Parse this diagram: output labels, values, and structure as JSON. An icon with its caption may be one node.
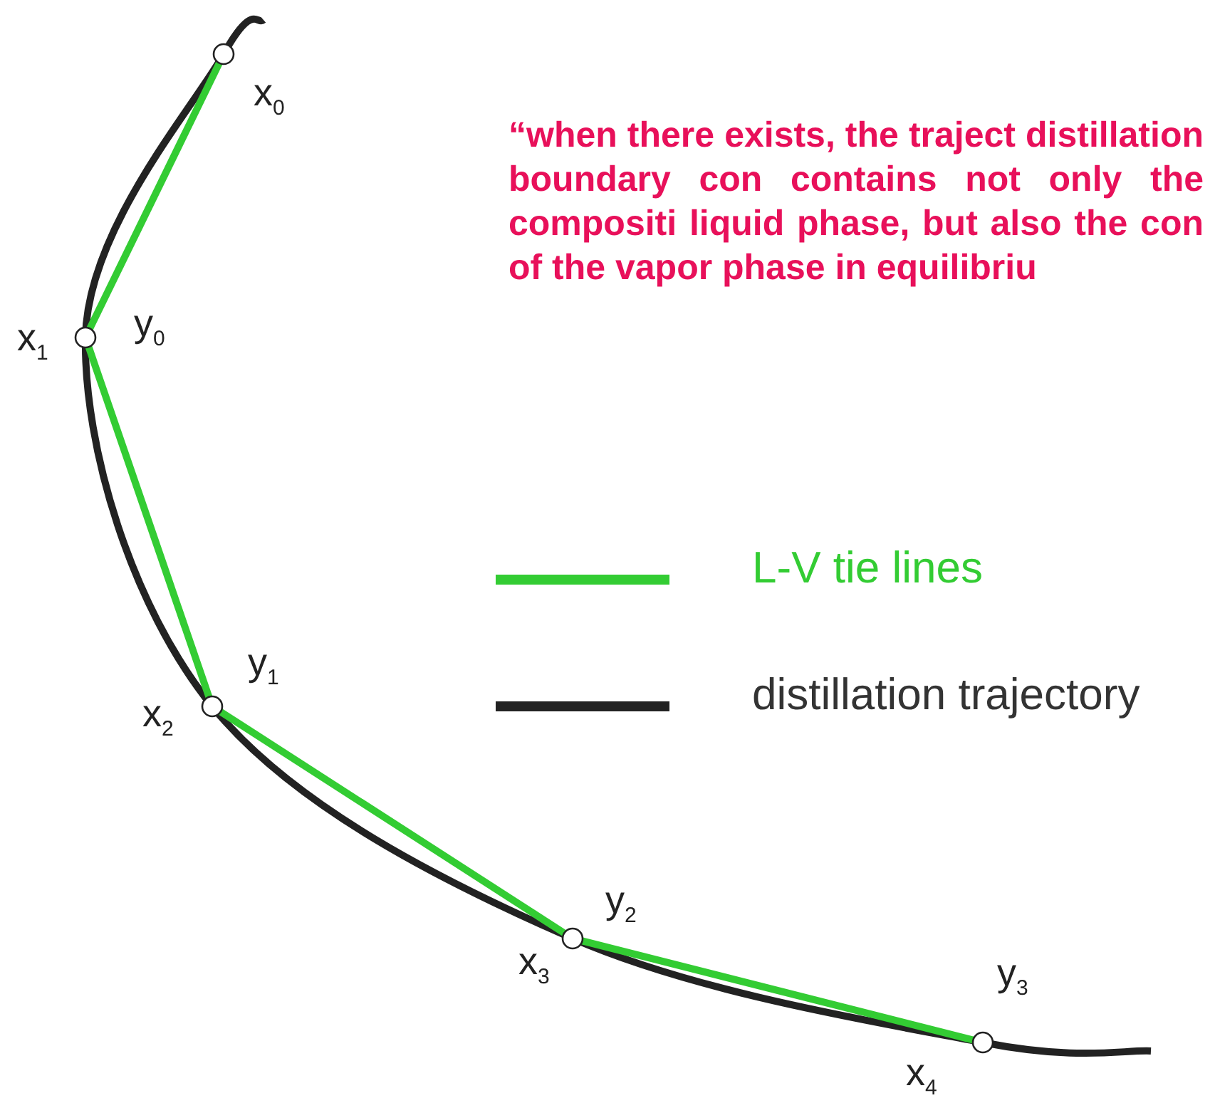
{
  "diagram": {
    "nodes": [
      {
        "text": [],
        "shape": "circle",
        "beside": [
          "x$_{0}$"
        ]
      },
      {
        "text": [],
        "shape": "circle",
        "beside": [
          "x$_{1}$",
          "y$_{0}$"
        ]
      },
      {
        "text": [],
        "shape": "circle",
        "beside": [
          "y$_{1}$",
          "x$_{2}$"
        ]
      },
      {
        "text": [],
        "shape": "circle",
        "beside": [
          "y$_{2}$",
          "x$_{3}$"
        ]
      },
      {
        "text": [],
        "shape": "circle",
        "beside": [
          "y$_{3}$",
          "x$_{4}$"
        ]
      }
    ],
    "edges": [
      {
        "from": 0,
        "to": 1,
        "arrow": "none"
      },
      {
        "from": 1,
        "to": 2,
        "arrow": "none"
      },
      {
        "from": 2,
        "to": 3,
        "arrow": "none"
      },
      {
        "from": 3,
        "to": 4,
        "arrow": "none"
      }
    ],
    "labels": [
      "“when there exists, the traject distillation boundary con contains not only the compositi liquid phase, but also the con of the vapor phase in equilibriu"
    ],
    "legend": [
      {
        "text": "L-V tie lines"
      },
      {
        "text": "distillation trajectory"
      }
    ]
  }
}
